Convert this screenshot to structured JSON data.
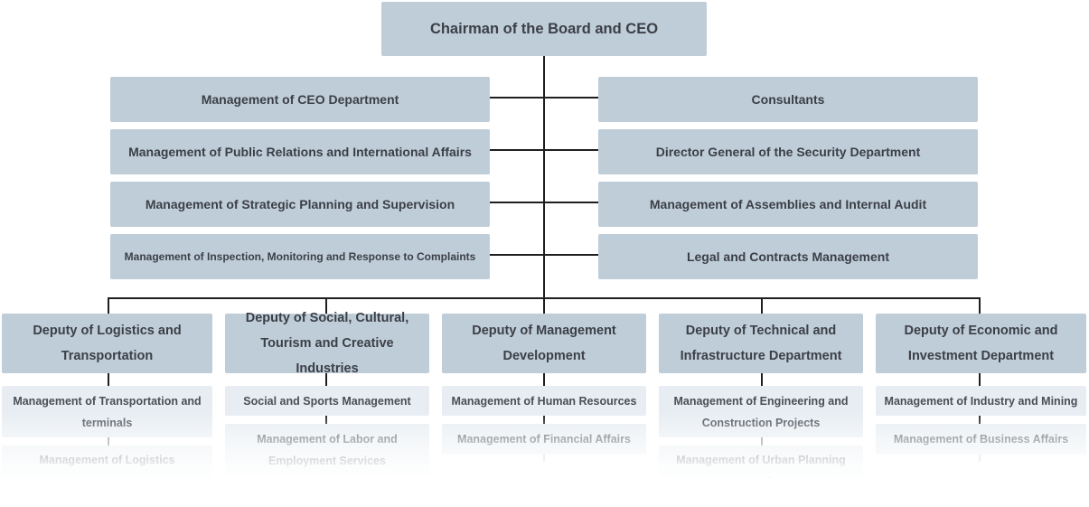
{
  "chart": {
    "top": "Chairman of the Board and CEO",
    "left_staff": [
      "Management of CEO Department",
      "Management of Public Relations and International Affairs",
      "Management of Strategic Planning and Supervision",
      "Management of Inspection, Monitoring and Response to Complaints"
    ],
    "right_staff": [
      "Consultants",
      "Director General of the Security Department",
      "Management of Assemblies and Internal Audit",
      "Legal and Contracts Management"
    ],
    "deputies": [
      {
        "title": "Deputy of Logistics and Transportation",
        "units": [
          "Management of Transportation and terminals",
          "Management of Logistics"
        ]
      },
      {
        "title": "Deputy of Social, Cultural, Tourism and Creative Industries",
        "units": [
          "Social and Sports Management",
          "Management of Labor and Employment Services"
        ]
      },
      {
        "title": "Deputy of Management Development",
        "units": [
          "Management of Human Resources",
          "Management of Financial Affairs"
        ]
      },
      {
        "title": "Deputy of Technical and Infrastructure Department",
        "units": [
          "Management of Engineering and Construction Projects",
          "Management of Urban Planning and"
        ]
      },
      {
        "title": "Deputy of Economic and Investment Department",
        "units": [
          "Management of Industry and Mining",
          "Management of Business Affairs"
        ]
      }
    ]
  }
}
